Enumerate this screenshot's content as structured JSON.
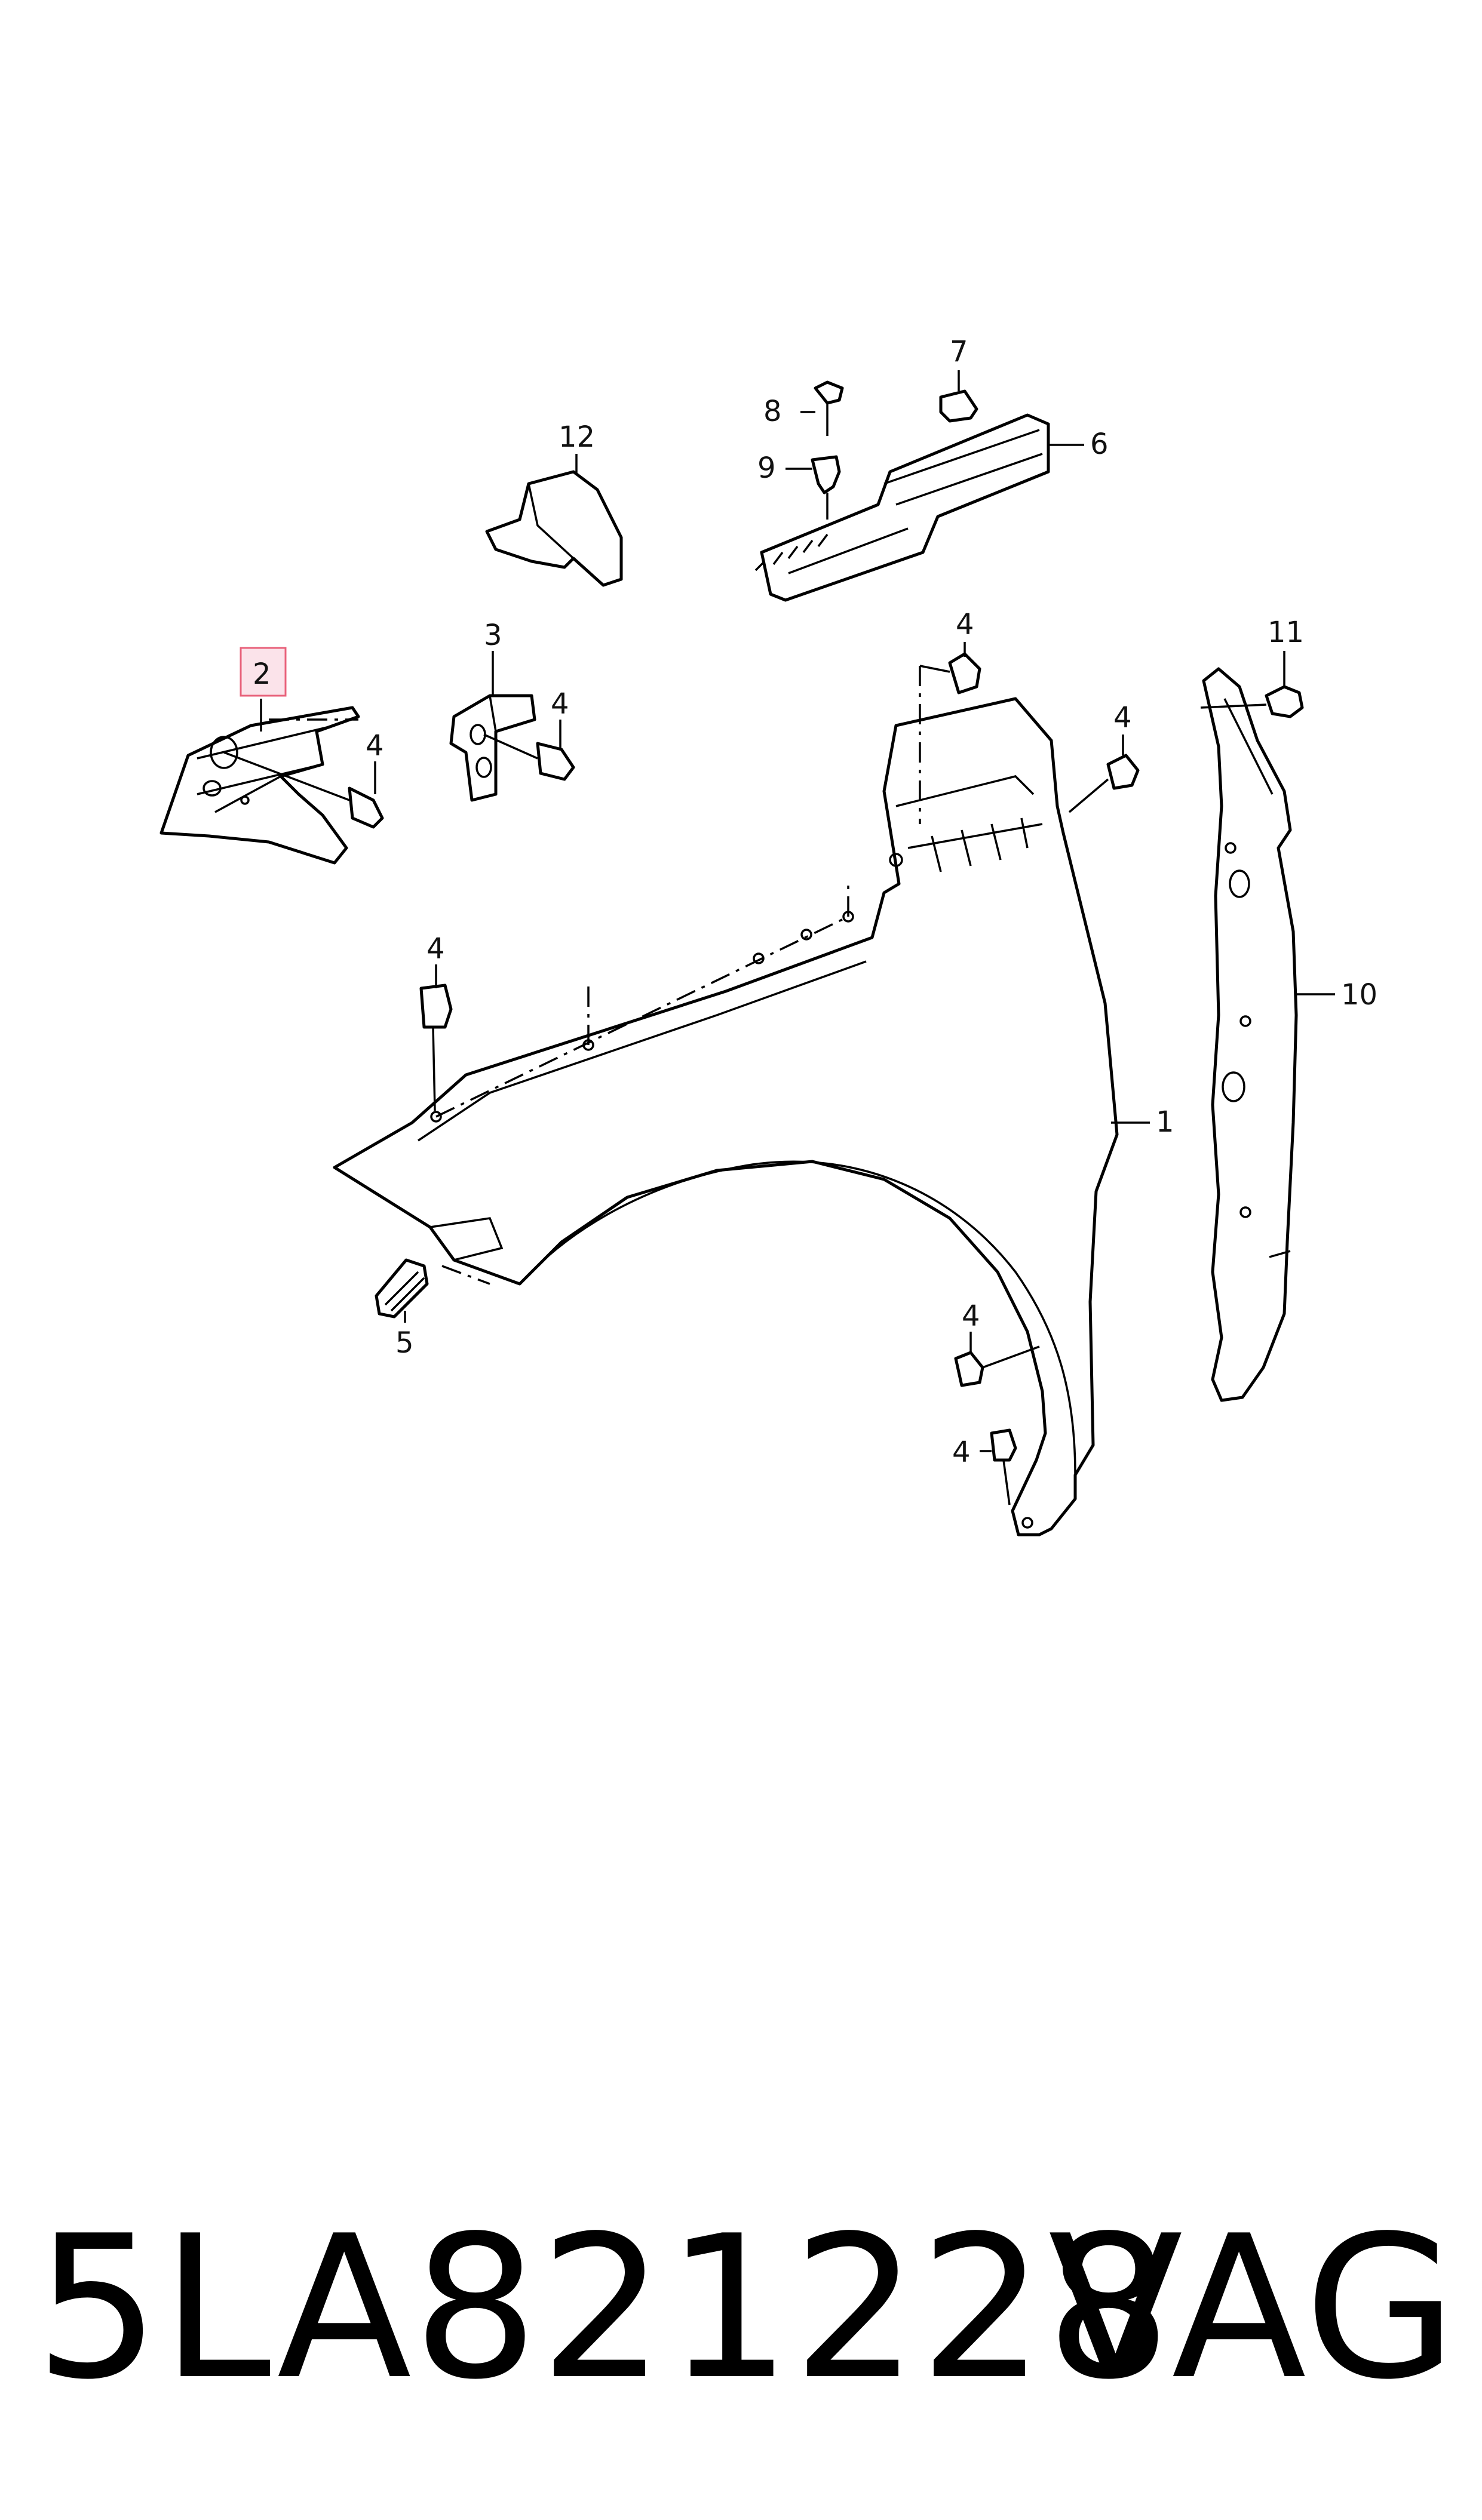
{
  "callouts": {
    "c1": "1",
    "c2": "2",
    "c3": "3",
    "c4": "4",
    "c5": "5",
    "c6": "6",
    "c7": "7",
    "c8": "8",
    "c9": "9",
    "c10": "10",
    "c11": "11",
    "c12": "12"
  },
  "highlight": {
    "callout": "2",
    "color": "#e8617a",
    "fill": "#fbe3ea"
  },
  "footer": {
    "part_number": "5LA821228",
    "brand": "VAG"
  }
}
